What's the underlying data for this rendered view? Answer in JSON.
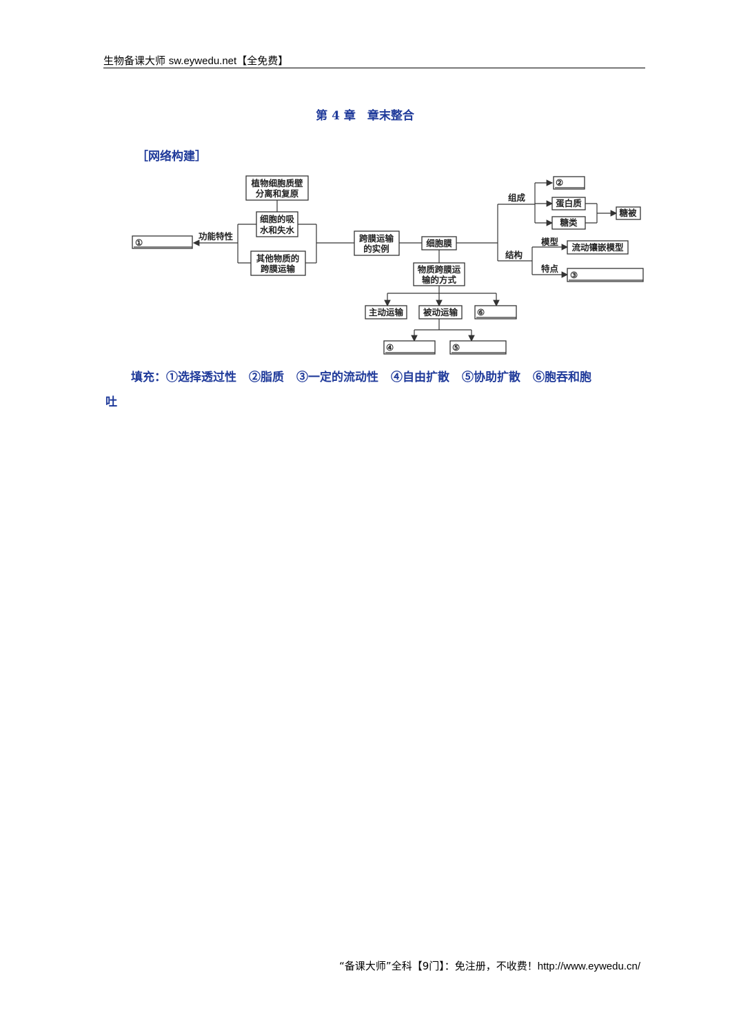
{
  "header": {
    "text": "生物备课大师",
    "site": "sw.eywedu.net",
    "tag": "【全免费】"
  },
  "title": "第 4 章　章末整合",
  "section": "［网络构建］",
  "diagram": {
    "plasmolysis": [
      "植物细胞质壁",
      "分离和复原"
    ],
    "absorb": [
      "细胞的吸",
      "水和失水"
    ],
    "other": [
      "其他物质的",
      "跨膜运输"
    ],
    "example": [
      "跨膜运输",
      "的实例"
    ],
    "membrane": "细胞膜",
    "mode": [
      "物质跨膜运",
      "输的方式"
    ],
    "function_label": "功能特性",
    "blank1": "①",
    "composition_label": "组成",
    "blank2": "②",
    "protein": "蛋白质",
    "sugar": "糖类",
    "glycocalyx": "糖被",
    "structure_label": "结构",
    "model_label": "模型",
    "model": "流动镶嵌模型",
    "feature_label": "特点",
    "blank3": "③",
    "active": "主动运输",
    "passive": "被动运输",
    "blank6": "⑥",
    "blank4": "④",
    "blank5": "⑤"
  },
  "fill": {
    "label": "填充：",
    "items": [
      "①选择透过性",
      "②脂质",
      "③一定的流动性",
      "④自由扩散",
      "⑤协助扩散",
      "⑥胞吞和胞"
    ],
    "continuation": "吐"
  },
  "footer": {
    "text": "“备课大师”全科【9门】：免注册，不收费！",
    "url": "http://www.eywedu.cn/"
  }
}
